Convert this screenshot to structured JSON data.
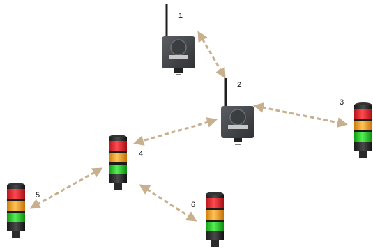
{
  "diagram": {
    "nodes": [
      {
        "id": "1",
        "kind": "gateway"
      },
      {
        "id": "2",
        "kind": "gateway"
      },
      {
        "id": "3",
        "kind": "tower-light"
      },
      {
        "id": "4",
        "kind": "tower-light"
      },
      {
        "id": "5",
        "kind": "tower-light"
      },
      {
        "id": "6",
        "kind": "tower-light"
      }
    ],
    "links": [
      {
        "from": "1",
        "to": "2",
        "style": "dashed double-arrow"
      },
      {
        "from": "2",
        "to": "3",
        "style": "dashed double-arrow"
      },
      {
        "from": "2",
        "to": "4",
        "style": "dashed double-arrow"
      },
      {
        "from": "4",
        "to": "5",
        "style": "dashed double-arrow"
      },
      {
        "from": "4",
        "to": "6",
        "style": "dashed double-arrow"
      }
    ],
    "colors": {
      "link": "#c8b08e",
      "device_body": "#474a4d",
      "tower_red": "#e8222a",
      "tower_orange": "#f4a21f",
      "tower_green": "#22c322"
    }
  }
}
